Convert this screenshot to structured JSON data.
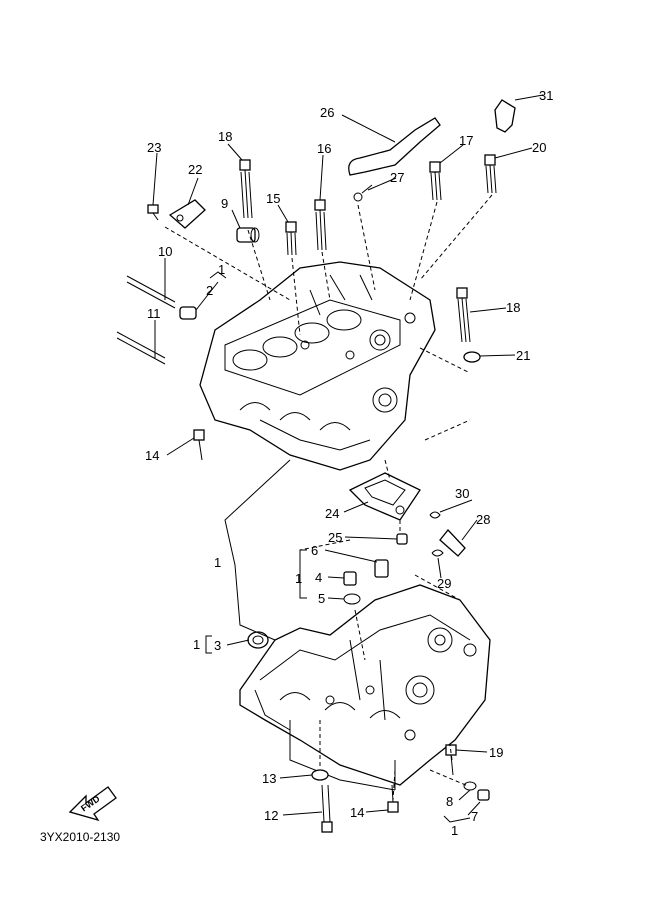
{
  "diagram": {
    "catalog_code": "3YX2010-2130",
    "fwd_label": "FWD",
    "callouts": [
      {
        "id": "c1a",
        "label": "1"
      },
      {
        "id": "c1b",
        "label": "1"
      },
      {
        "id": "c1c",
        "label": "1"
      },
      {
        "id": "c1d",
        "label": "1"
      },
      {
        "id": "c1e",
        "label": "1"
      },
      {
        "id": "c2",
        "label": "2"
      },
      {
        "id": "c3",
        "label": "3"
      },
      {
        "id": "c4",
        "label": "4"
      },
      {
        "id": "c5",
        "label": "5"
      },
      {
        "id": "c6",
        "label": "6"
      },
      {
        "id": "c7",
        "label": "7"
      },
      {
        "id": "c8",
        "label": "8"
      },
      {
        "id": "c9",
        "label": "9"
      },
      {
        "id": "c10",
        "label": "10"
      },
      {
        "id": "c11",
        "label": "11"
      },
      {
        "id": "c12",
        "label": "12"
      },
      {
        "id": "c13",
        "label": "13"
      },
      {
        "id": "c14a",
        "label": "14"
      },
      {
        "id": "c14b",
        "label": "14"
      },
      {
        "id": "c15",
        "label": "15"
      },
      {
        "id": "c16",
        "label": "16"
      },
      {
        "id": "c17",
        "label": "17"
      },
      {
        "id": "c18a",
        "label": "18"
      },
      {
        "id": "c18b",
        "label": "18"
      },
      {
        "id": "c19",
        "label": "19"
      },
      {
        "id": "c20",
        "label": "20"
      },
      {
        "id": "c21",
        "label": "21"
      },
      {
        "id": "c22",
        "label": "22"
      },
      {
        "id": "c23",
        "label": "23"
      },
      {
        "id": "c24",
        "label": "24"
      },
      {
        "id": "c25",
        "label": "25"
      },
      {
        "id": "c26",
        "label": "26"
      },
      {
        "id": "c27",
        "label": "27"
      },
      {
        "id": "c28",
        "label": "28"
      },
      {
        "id": "c29",
        "label": "29"
      },
      {
        "id": "c30",
        "label": "30"
      },
      {
        "id": "c31",
        "label": "31"
      }
    ]
  }
}
